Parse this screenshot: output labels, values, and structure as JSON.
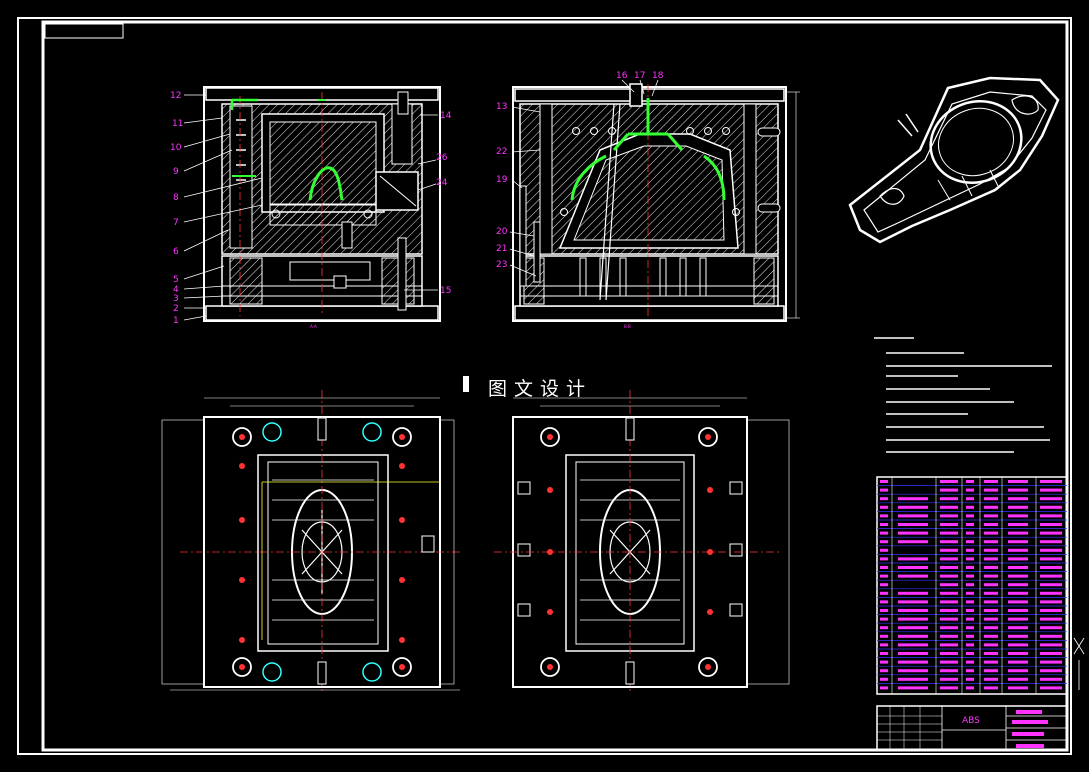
{
  "watermark": "图文设计",
  "material": "ABS",
  "front_view_callouts": [
    "12",
    "11",
    "10",
    "9",
    "8",
    "7",
    "6",
    "5",
    "4",
    "3",
    "2",
    "1",
    "14",
    "26",
    "24",
    "15"
  ],
  "side_view_callouts": [
    "16",
    "17",
    "18",
    "13",
    "22",
    "19",
    "20",
    "21",
    "23"
  ],
  "colors": {
    "background": "#000000",
    "line": "#ffffff",
    "callout": "#ff33ff",
    "feed": "#33ff33",
    "table": "#3333ff",
    "accent_red": "#ff3333",
    "accent_yellow": "#ffff33",
    "accent_cyan": "#33ffff"
  }
}
